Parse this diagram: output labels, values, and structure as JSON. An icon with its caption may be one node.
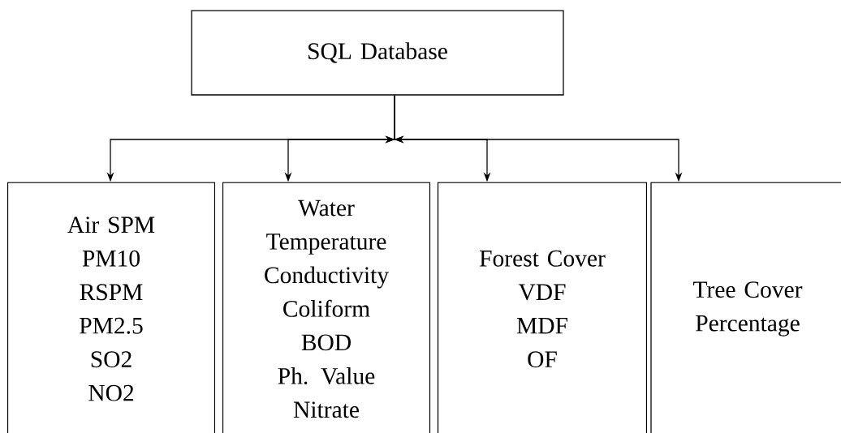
{
  "diagram": {
    "nodes": [
      {
        "text": [
          "SQL Database"
        ]
      },
      {
        "text": [
          "Air SPM",
          "PM10",
          "RSPM",
          "PM2.5",
          "SO2",
          "NO2"
        ]
      },
      {
        "text": [
          "Water",
          "Temperature",
          "Conductivity",
          "Coliform",
          "BOD",
          "Ph. Value",
          "Nitrate"
        ]
      },
      {
        "text": [
          "Forest Cover",
          "VDF",
          "MDF",
          "OF"
        ]
      },
      {
        "text": [
          "Tree Cover Percentage"
        ]
      }
    ],
    "edges": [
      {
        "from": 0,
        "to": 1,
        "arrow": "to"
      },
      {
        "from": 0,
        "to": 2,
        "arrow": "to"
      },
      {
        "from": 0,
        "to": 3,
        "arrow": "to"
      },
      {
        "from": 0,
        "to": 4,
        "arrow": "to"
      }
    ]
  }
}
